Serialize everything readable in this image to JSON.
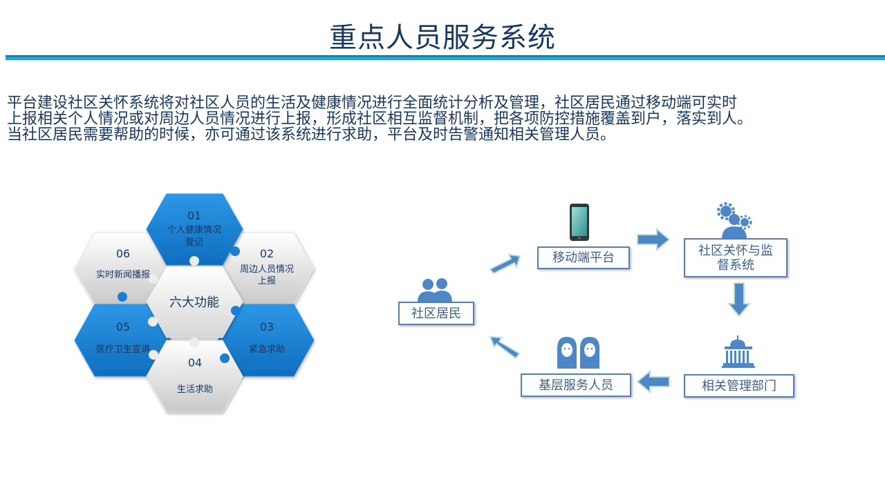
{
  "header": {
    "title": "重点人员服务系统"
  },
  "intro": {
    "lines": [
      "平台建设社区关怀系统将对社区人员的生活及健康情况进行全面统计分析及管理，社区居民通过移动端可实时",
      "上报相关个人情况或对周边人员情况进行上报，形成社区相互监督机制，把各项防控措施覆盖到户，落实到人。",
      "当社区居民需要帮助的时候，亦可通过该系统进行求助，平台及时告警通知相关管理人员。"
    ]
  },
  "hex_diagram": {
    "center": "六大功能",
    "items": [
      {
        "num": "01",
        "label1": "个人健康情况",
        "label2": "登记",
        "style": "blue"
      },
      {
        "num": "02",
        "label1": "周边人员情况",
        "label2": "上报",
        "style": "gray"
      },
      {
        "num": "03",
        "label1": "紧急求助",
        "label2": "",
        "style": "blue"
      },
      {
        "num": "04",
        "label1": "生活求助",
        "label2": "",
        "style": "gray"
      },
      {
        "num": "05",
        "label1": "医疗卫生宣讲",
        "label2": "",
        "style": "blue"
      },
      {
        "num": "06",
        "label1": "实时新闻播报",
        "label2": "",
        "style": "gray"
      }
    ]
  },
  "flow": {
    "residents": "社区居民",
    "mobile": "移动端平台",
    "care_line1": "社区关怀与监",
    "care_line2": "督系统",
    "departments": "相关管理部门",
    "staff": "基层服务人员"
  },
  "colors": {
    "title": "#17375e",
    "accent": "#1ea8cf",
    "hex_blue": "#1a7fd0",
    "box_border": "#4f7fb5",
    "arrow": "#4f86c6"
  }
}
